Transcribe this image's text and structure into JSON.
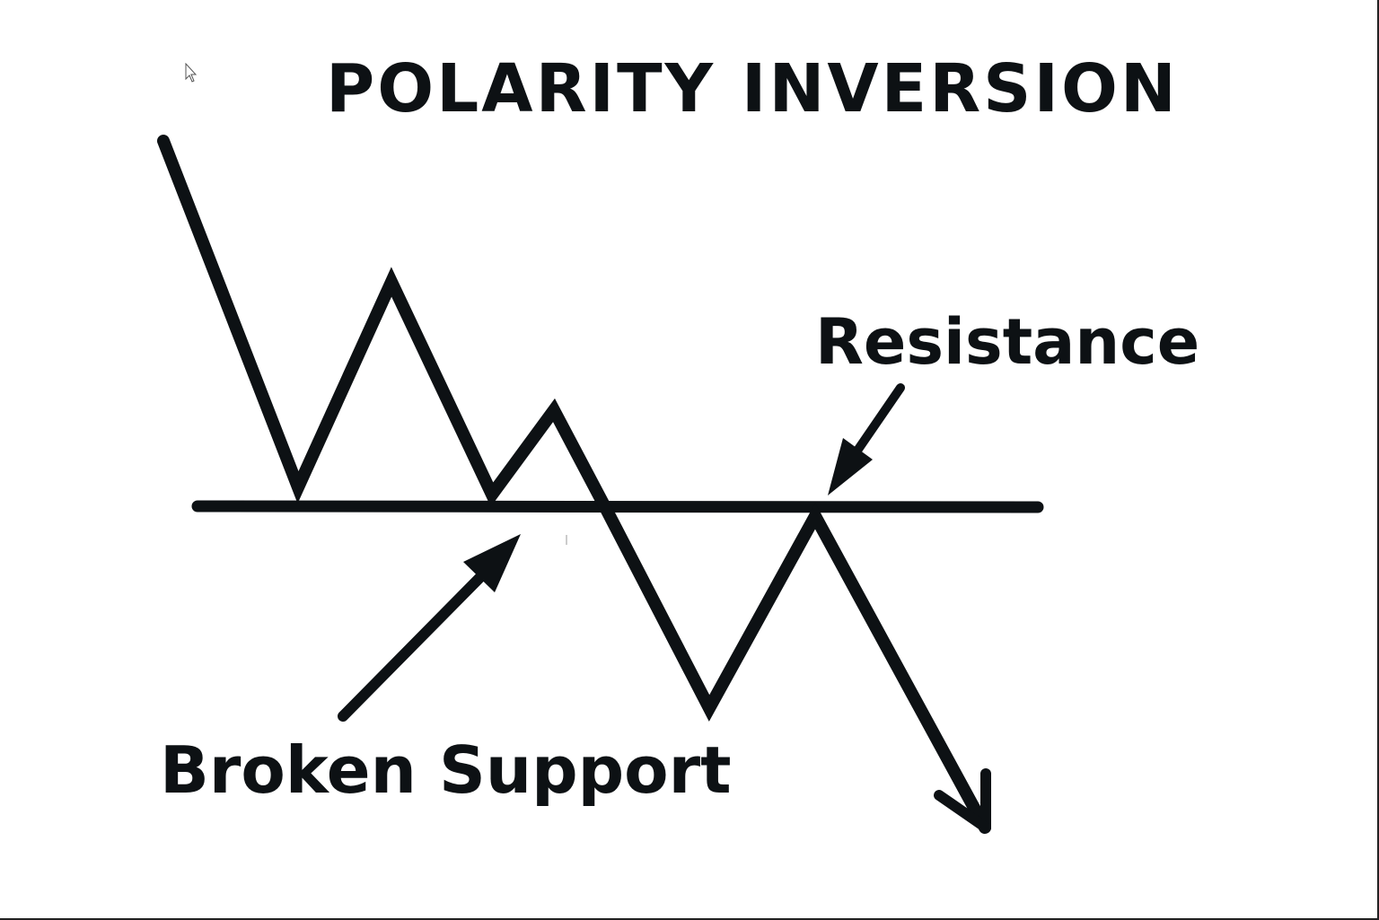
{
  "title": "POLARITY INVERSION",
  "labels": {
    "resistance": "Resistance",
    "broken_support": "Broken Support"
  },
  "icons": {
    "cursor": "mouse-pointer-icon"
  },
  "colors": {
    "background": "#ffffff",
    "ink": "#0d1114"
  }
}
